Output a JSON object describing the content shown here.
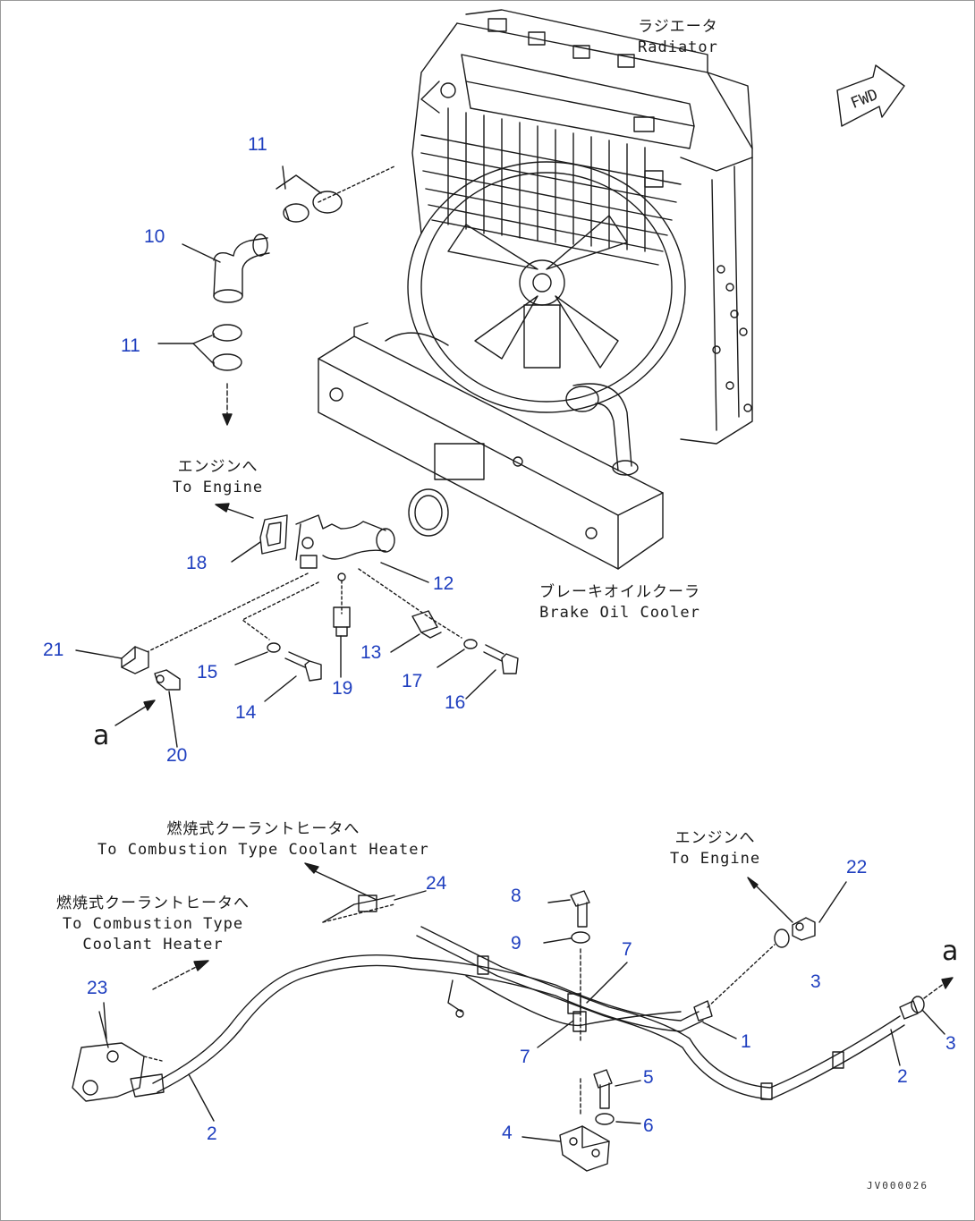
{
  "captions": {
    "radiator": [
      "ラジエータ",
      "Radiator"
    ],
    "to_engine_upper": [
      "エンジンへ",
      "To Engine"
    ],
    "brake_oil_cooler": [
      "ブレーキオイルクーラ",
      "Brake Oil Cooler"
    ],
    "to_heater_top": [
      "燃焼式クーラントヒータへ",
      "To Combustion Type Coolant Heater"
    ],
    "to_heater_left": [
      "燃焼式クーラントヒータへ",
      "To Combustion Type",
      "Coolant Heater"
    ],
    "to_engine_lower": [
      "エンジンへ",
      "To Engine"
    ]
  },
  "fwd_label": "FWD",
  "view_letter": "a",
  "drawing_code": "JV000026",
  "part_numbers": {
    "p11_upper": "11",
    "p10": "10",
    "p11_lower": "11",
    "p18": "18",
    "p12": "12",
    "p21": "21",
    "p15": "15",
    "p13": "13",
    "p17": "17",
    "p19": "19",
    "p14": "14",
    "p16": "16",
    "p20": "20",
    "p24": "24",
    "p8": "8",
    "p22": "22",
    "p9": "9",
    "p7_upper": "7",
    "p3_upper": "3",
    "p23": "23",
    "p1": "1",
    "p3_right": "3",
    "p7_lower": "7",
    "p5": "5",
    "p2_right": "2",
    "p6": "6",
    "p2_left": "2",
    "p4": "4"
  },
  "colors": {
    "label_blue": "#1f3fbf",
    "line": "#1a1a1a"
  }
}
